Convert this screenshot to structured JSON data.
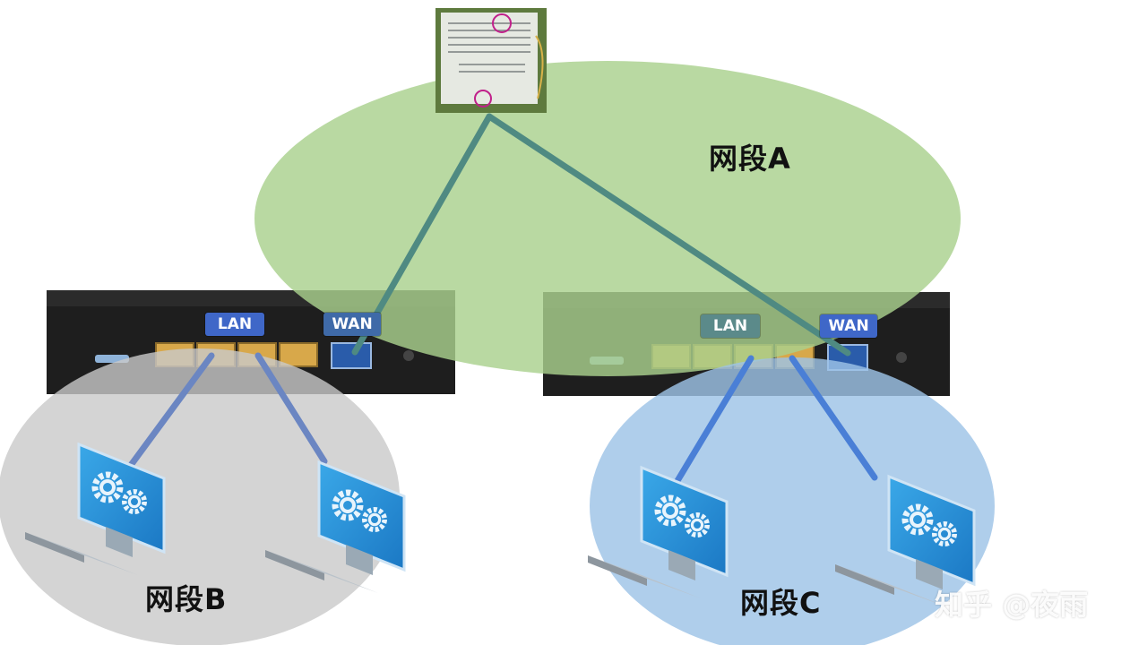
{
  "segments": {
    "a": {
      "label": "网段A"
    },
    "b": {
      "label": "网段B"
    },
    "c": {
      "label": "网段C"
    }
  },
  "routers": {
    "left": {
      "lan_tag": "LAN",
      "wan_tag": "WAN"
    },
    "right": {
      "lan_tag": "LAN",
      "wan_tag": "WAN"
    }
  },
  "watermark": "知乎 @夜雨",
  "colors": {
    "segment_a": "#a9d18e",
    "segment_b": "#c9c9c9",
    "segment_c": "#9dc3e6",
    "uplink_line": "#4f8a82",
    "lan_line": "#6b86c2",
    "lan_line_c": "#4a7fd6",
    "tag_bg": "#3f67c8"
  }
}
